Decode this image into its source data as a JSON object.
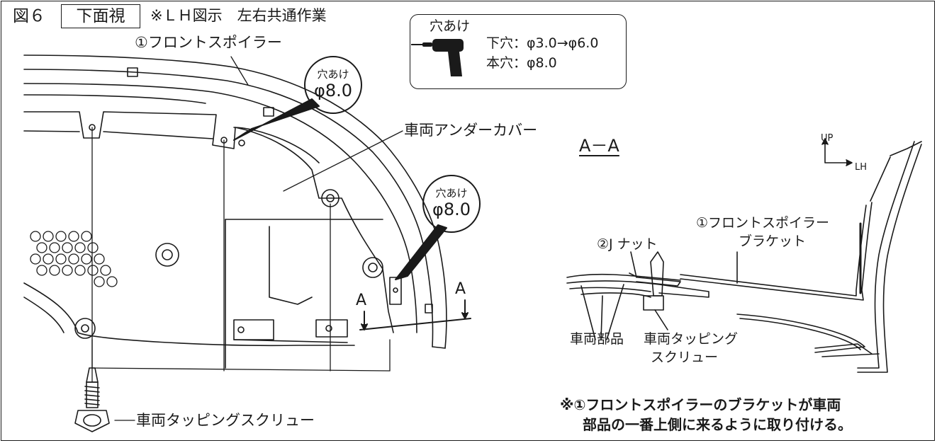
{
  "header": {
    "figure_label": "図６",
    "view_label": "下面視",
    "note": "※ＬＨ図示　左右共通作業"
  },
  "drill_box": {
    "title": "穴あけ",
    "pilot_hole": "下穴：φ3.0→φ6.0",
    "main_hole": "本穴：φ8.0"
  },
  "callouts": [
    {
      "label": "穴あけ",
      "size": "φ8.0"
    },
    {
      "label": "穴あけ",
      "size": "φ8.0"
    }
  ],
  "labels": {
    "front_spoiler": "①フロントスポイラー",
    "under_cover": "車両アンダーカバー",
    "tapping_screw": "車両タッピングスクリュー",
    "section_a_left": "A",
    "section_a_right": "A"
  },
  "section": {
    "title": "A－A",
    "axis_up": "UP",
    "axis_lh": "LH",
    "spoiler_bracket_1": "①フロントスポイラー",
    "spoiler_bracket_2": "ブラケット",
    "j_nut": "②J ナット",
    "vehicle_part": "車両部品",
    "screw_1": "車両タッピング",
    "screw_2": "スクリュー"
  },
  "note": {
    "line1": "※①フロントスポイラーのブラケットが車両",
    "line2": "部品の一番上側に来るように取り付ける。"
  }
}
